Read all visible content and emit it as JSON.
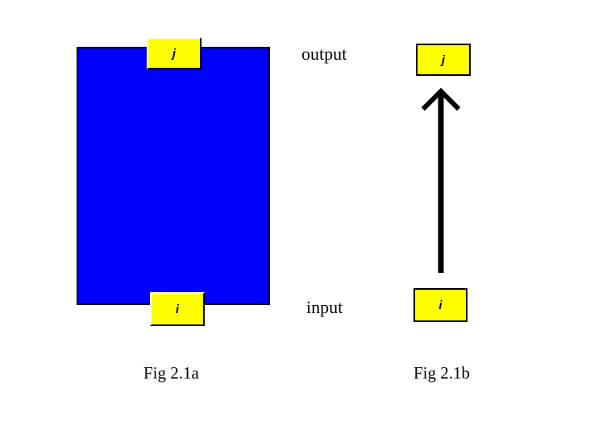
{
  "fig_a": {
    "top_node_label": "j",
    "bottom_node_label": "i",
    "caption": "Fig 2.1a"
  },
  "fig_b": {
    "top_node_label": "j",
    "bottom_node_label": "i",
    "caption": "Fig 2.1b"
  },
  "labels": {
    "output": "output",
    "input": "input"
  },
  "colors": {
    "block": "#0000ff",
    "node_fill": "#ffff00",
    "outline": "#000000"
  }
}
